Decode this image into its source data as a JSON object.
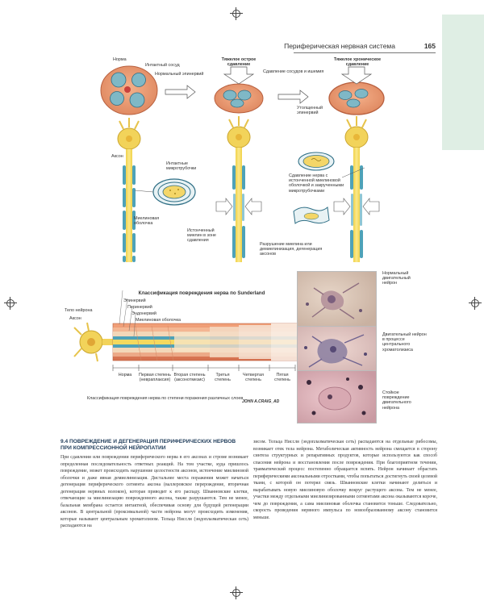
{
  "header": {
    "title": "Периферическая нервная система",
    "page_number": "165"
  },
  "figure": {
    "labels": {
      "norm": "Норма",
      "intact_vessel": "Интактный сосуд",
      "normal_epineurium": "Нормальный эпинервий",
      "severe_acute": "Тяжелое острое сдавление",
      "severe_chronic": "Тяжелое хроническое сдавление",
      "vessel_compression": "Сдавление сосудов и ишемия",
      "thickened_epineurium": "Утолщенный эпинервий",
      "axon": "Аксон",
      "intact_microtubules": "Интактные микротрубочки",
      "myelin_sheath": "Миелиновая оболочка",
      "nerve_compression": "Сдавление нерва с истонченной миелиновой оболочкой и закрученными микротрубочками",
      "thinned_myelin": "Истонченный миелин в зоне сдавления",
      "myelin_destruction": "Разрушение миелина или демиелинизация, дегенерация аксонов"
    },
    "sunderland": {
      "title": "Классификация повреждения нерва по Sunderland",
      "neuron_body": "Тело нейрона",
      "axon": "Аксон",
      "layers": [
        "Эпинервий",
        "Перинервий",
        "Эндонервий",
        "Миелиновая оболочка"
      ],
      "degrees": [
        "Норма",
        "Первая степень (невраплаксия)",
        "Вторая степень (аксонотмезис)",
        "Третья степень",
        "Четвертая степень",
        "Пятая степень"
      ],
      "caption": "Классификация повреждения нерва по степени поражения различных слоев",
      "signature": "JOHN A.CRAIG_AD"
    },
    "photos": [
      {
        "label": "Нормальный двигательный нейрон"
      },
      {
        "label": "Двигательный нейрон в процессе центрального хроматолизиса"
      },
      {
        "label": "Стойкое повреждение двигательного нейрона"
      }
    ]
  },
  "section": {
    "number": "9.4",
    "title": "ПОВРЕЖДЕНИЕ И ДЕГЕНЕРАЦИЯ ПЕРИФЕРИЧЕСКИХ НЕРВОВ ПРИ КОМПРЕССИОННОЙ НЕЙРОПАТИИ"
  },
  "body": {
    "left": "При сдавлении или повреждении периферического нерва в его аксонах и строме возникает определенная последовательность ответных реакций. На том участке, куда пришлось повреждение, может происходить нарушение целостности аксонов, истончение миелиновой оболочки и даже явная демиелинизация. Дистальнее места поражения может начаться дегенерация периферического сегмента аксона (валлеровское перерождение, вторичная дегенерация нервных волокон), которая приводит к его распаду. Шванновские клетки, отвечающие за миелинизацию поврежденного аксона, также разрушаются. Тем не менее, базальная мембрана остается интактной, обеспечивая основу для будущей регенерации аксонов. В центральной (проксимальной) части нейрона могут происходить изменения, которые называют центральным хроматолизом. Тельца Ниссля (эндоплазматическая сеть) распадаются на",
    "right": "зисом. Тельца Ниссля (эндоплазматическая сеть) распадаются на отдельные рибосомы, возникает отек тела нейрона. Метаболическая активность нейрона смещается в сторону синтеза структурных и репаративных продуктов, которые используются как способ спасения нейрона и восстановления после повреждения. При благоприятном течении, травматический процесс постепенно обращается вспять. Нейрон начинает обрастать периферическими аксональными отростками, чтобы попытаться достигнуть своей целевой ткани, с которой он потерял связь. Шванновские клетки начинают делиться и вырабатывать новую миелиновую оболочку вокруг растущего аксона. Тем не менее, участки между отдельными миелинизированными сегментами аксона оказываются короче, чем до повреждения, а сама миелиновая оболочка становится тоньше. Следовательно, скорость проведения нервного импульса по новообразованному аксону становится меньше."
  }
}
